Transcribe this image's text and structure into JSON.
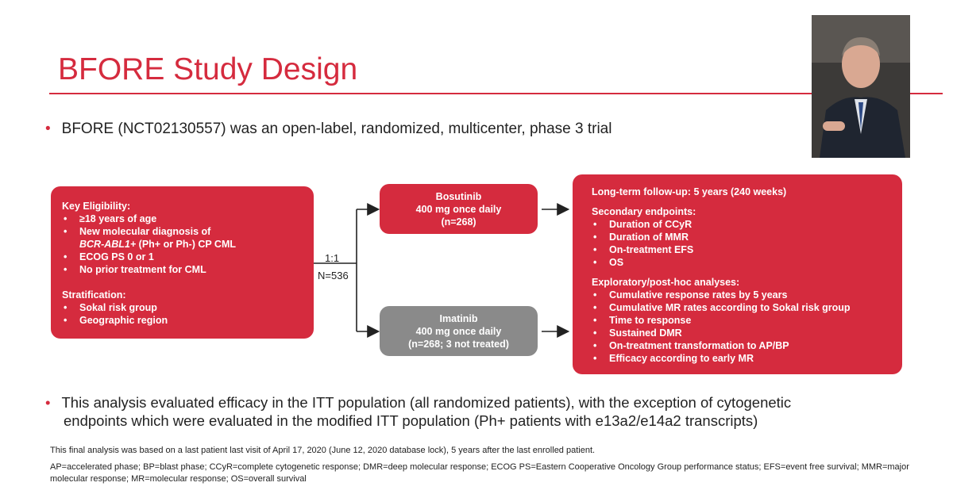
{
  "slide": {
    "title": "BFORE Study Design",
    "intro_bullet": "BFORE (NCT02130557) was an open-label, randomized, multicenter, phase 3 trial",
    "analysis_bullet_line1": "This analysis evaluated efficacy in the ITT population (all randomized patients), with the exception of cytogenetic",
    "analysis_bullet_line2": "endpoints which were evaluated in the modified ITT population (Ph+ patients with e13a2/e14a2 transcripts)",
    "footnote_1": "This final analysis was based on a last patient last visit of April 17, 2020 (June 12, 2020 database lock), 5 years after the last enrolled patient.",
    "footnote_2": "AP=accelerated phase; BP=blast phase; CCyR=complete cytogenetic response; DMR=deep molecular response; ECOG PS=Eastern Cooperative Oncology Group performance status; EFS=event free survival; MMR=major molecular response; MR=molecular response; OS=overall survival"
  },
  "eligibility": {
    "heading": "Key Eligibility:",
    "items": [
      "≥18 years of age",
      "New molecular diagnosis of",
      "(Ph+ or Ph-) CP CML",
      "ECOG PS 0 or 1",
      "No prior treatment for CML"
    ],
    "item2_italic": "BCR-ABL1+",
    "stratification_heading": "Stratification:",
    "stratification_items": [
      "Sokal risk group",
      "Geographic region"
    ]
  },
  "randomization": {
    "ratio": "1:1",
    "n": "N=536"
  },
  "arms": {
    "bosutinib": {
      "name": "Bosutinib",
      "dose": "400 mg once daily",
      "n": "(n=268)"
    },
    "imatinib": {
      "name": "Imatinib",
      "dose": "400 mg once daily",
      "n": "(n=268; 3 not treated)"
    }
  },
  "endpoints": {
    "followup": "Long-term follow-up: 5 years (240 weeks)",
    "secondary_heading": "Secondary endpoints:",
    "secondary_items": [
      "Duration of CCyR",
      "Duration of MMR",
      "On-treatment EFS",
      "OS"
    ],
    "exploratory_heading": "Exploratory/post-hoc analyses:",
    "exploratory_items": [
      "Cumulative response rates by 5 years",
      "Cumulative MR rates according to Sokal risk group",
      "Time to response",
      "Sustained DMR",
      "On-treatment transformation to AP/BP",
      "Efficacy according to early MR"
    ]
  },
  "colors": {
    "accent": "#d52b3e",
    "grey_box": "#8a8a8a"
  }
}
